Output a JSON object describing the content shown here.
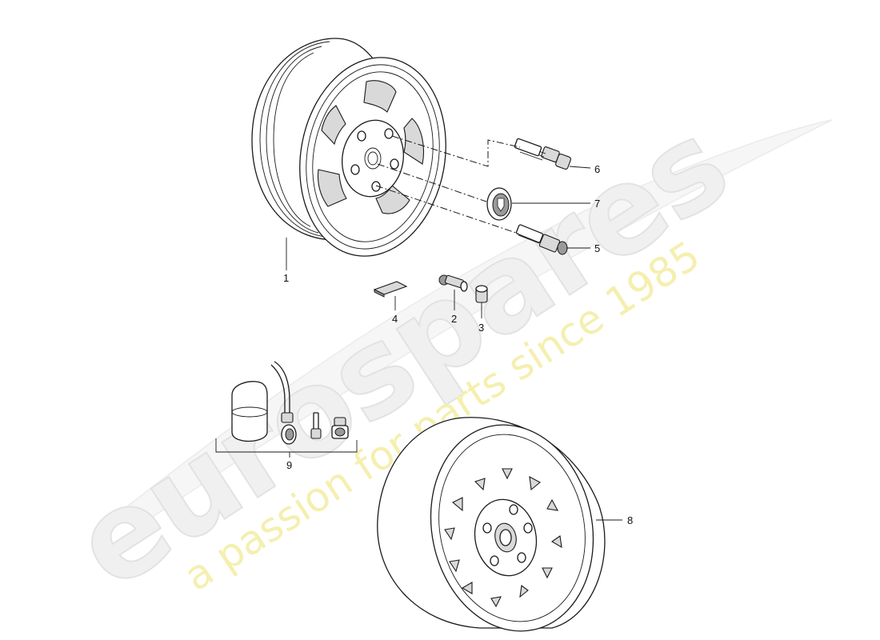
{
  "watermark": {
    "logo_text": "eurospares",
    "tagline": "a passion for parts since 1985",
    "logo_color": "#ededed",
    "tagline_color": "#f3eba0"
  },
  "callouts": [
    {
      "id": "callout-1",
      "label": "1",
      "part": "alloy-wheel"
    },
    {
      "id": "callout-2",
      "label": "2",
      "part": "tire-valve"
    },
    {
      "id": "callout-3",
      "label": "3",
      "part": "valve-cap"
    },
    {
      "id": "callout-4",
      "label": "4",
      "part": "balance-weight"
    },
    {
      "id": "callout-5",
      "label": "5",
      "part": "wheel-bolt"
    },
    {
      "id": "callout-6",
      "label": "6",
      "part": "wheel-bolt-with-adapter"
    },
    {
      "id": "callout-7",
      "label": "7",
      "part": "hub-cap"
    },
    {
      "id": "callout-8",
      "label": "8",
      "part": "spare-wheel"
    },
    {
      "id": "callout-9",
      "label": "9",
      "part": "tire-sealant-kit"
    }
  ]
}
